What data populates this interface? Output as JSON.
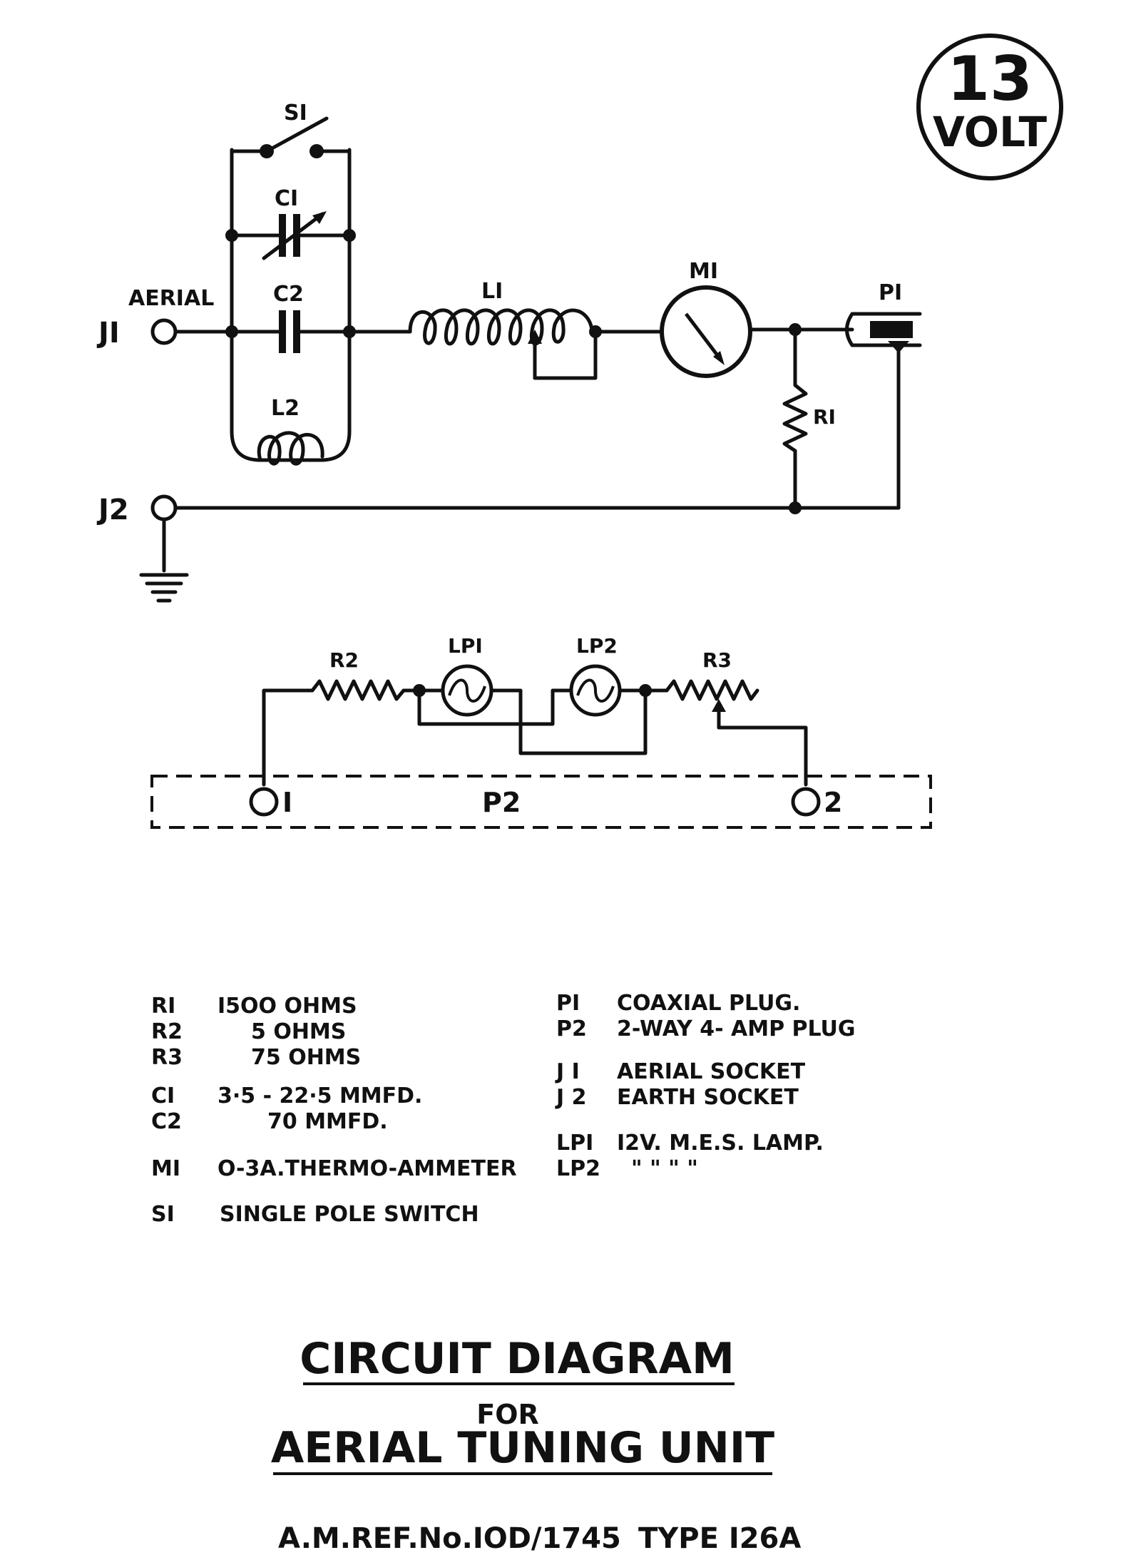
{
  "badge": {
    "number": "13",
    "unit": "VOLT"
  },
  "labels": {
    "s1": "SI",
    "c1": "CI",
    "c2": "C2",
    "l1": "LI",
    "l2": "L2",
    "m1": "MI",
    "p1": "PI",
    "r1": "RI",
    "r2": "R2",
    "r3": "R3",
    "lp1": "LPI",
    "lp2": "LP2",
    "aerial": "AERIAL",
    "j1": "JI",
    "j2": "J2",
    "p2": "P2",
    "pin1": "I",
    "pin2": "2"
  },
  "components_left": [
    {
      "ref": "RI",
      "value": "I5OO OHMS"
    },
    {
      "ref": "R2",
      "value": "5 OHMS"
    },
    {
      "ref": "R3",
      "value": "75 OHMS"
    },
    {
      "ref": "CI",
      "value": "3·5 - 22·5 MMFD."
    },
    {
      "ref": "C2",
      "value": "70 MMFD."
    },
    {
      "ref": "MI",
      "value": "O-3A.THERMO-AMMETER"
    },
    {
      "ref": "SI",
      "value": "SINGLE POLE SWITCH"
    }
  ],
  "components_right": [
    {
      "ref": "PI",
      "value": "COAXIAL PLUG."
    },
    {
      "ref": "P2",
      "value": "2-WAY 4- AMP PLUG"
    },
    {
      "ref": "J I",
      "value": "AERIAL SOCKET"
    },
    {
      "ref": "J 2",
      "value": "EARTH SOCKET"
    },
    {
      "ref": "LPI",
      "value": "I2V. M.E.S. LAMP."
    },
    {
      "ref": "LP2",
      "value": "\"    \"    \"      \""
    }
  ],
  "title": {
    "line1": "CIRCUIT DIAGRAM",
    "line2": "FOR",
    "line3": "AERIAL TUNING UNIT"
  },
  "reference": "A.M.REF.No.IOD/1745",
  "type": "TYPE I26A"
}
